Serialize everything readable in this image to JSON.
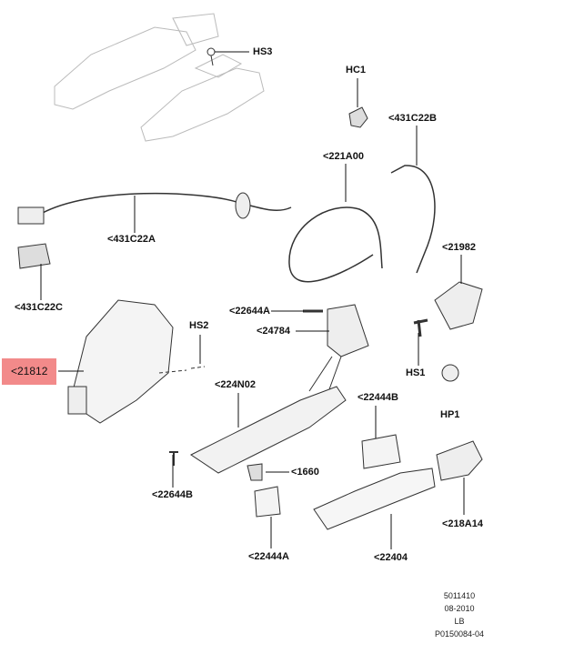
{
  "callouts": {
    "hs3": "HS3",
    "hc1": "HC1",
    "c431c22b": "<431C22B",
    "c221a00": "<221A00",
    "c21982": "<21982",
    "c431c22a": "<431C22A",
    "c431c22c": "<431C22C",
    "c22644a": "<22644A",
    "c24784": "<24784",
    "hs2": "HS2",
    "c21812": "<21812",
    "hs1": "HS1",
    "hp1": "HP1",
    "c224n02": "<224N02",
    "c22444b": "<22444B",
    "c1660": "<1660",
    "c22644b": "<22644B",
    "c218a14": "<218A14",
    "c22444a": "<22444A",
    "c22404": "<22404"
  },
  "highlight_color": "#f28a8a",
  "footer": [
    "5011410",
    "08-2010",
    "LB",
    "P0150084-04"
  ]
}
